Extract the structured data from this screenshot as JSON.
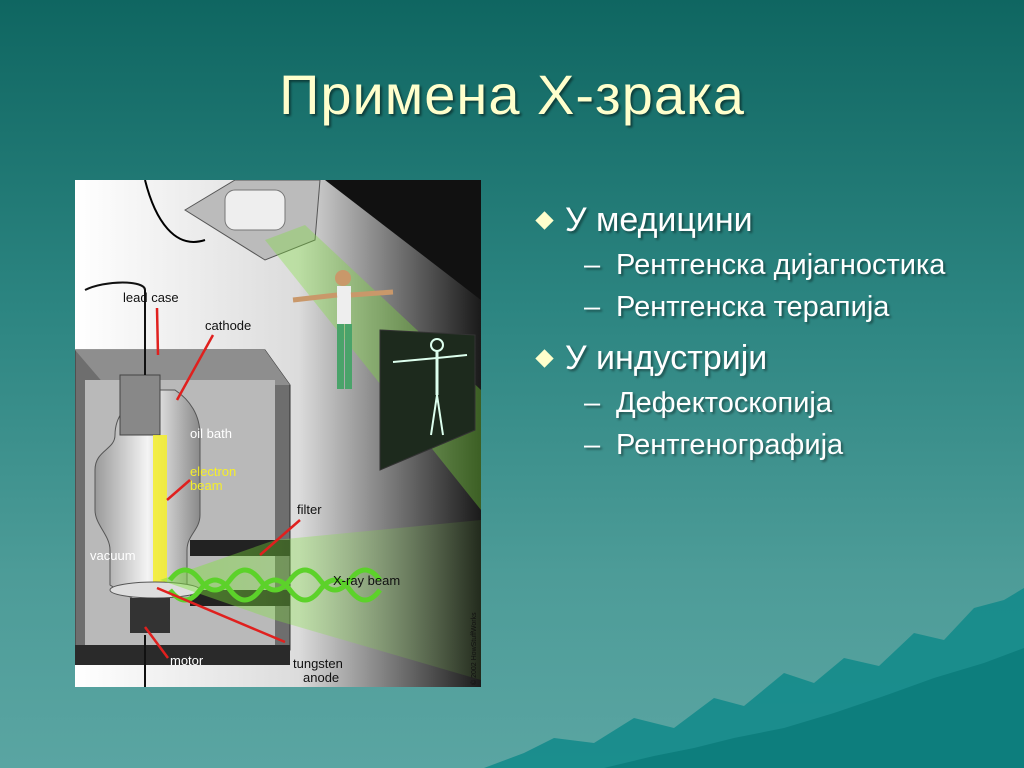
{
  "slide": {
    "title": "Примена X-зрака",
    "bullets": [
      {
        "text": "У медицини",
        "sub": [
          "Рентгенска дијагностика",
          "Рентгенска терапија"
        ]
      },
      {
        "text": "У индустрији",
        "sub": [
          "Дефектоскопија",
          "Рентгенографија"
        ]
      }
    ]
  },
  "figure": {
    "labels": {
      "lead_case": "lead case",
      "cathode": "cathode",
      "oil_bath": "oil bath",
      "electron_beam_1": "electron",
      "electron_beam_2": "beam",
      "filter": "filter",
      "vacuum": "vacuum",
      "xray_beam": "X-ray beam",
      "motor": "motor",
      "tungsten_1": "tungsten",
      "tungsten_2": "anode",
      "copyright": "© 2002 HowStuffWorks"
    }
  },
  "colors": {
    "title": "#ffffcc",
    "bullet_marker": "#ffffcc",
    "bullet_text": "#ffffff",
    "beam_green": "#7fe33a",
    "electron_yellow": "#f5ee2a",
    "arrow_red": "#e0201e"
  }
}
